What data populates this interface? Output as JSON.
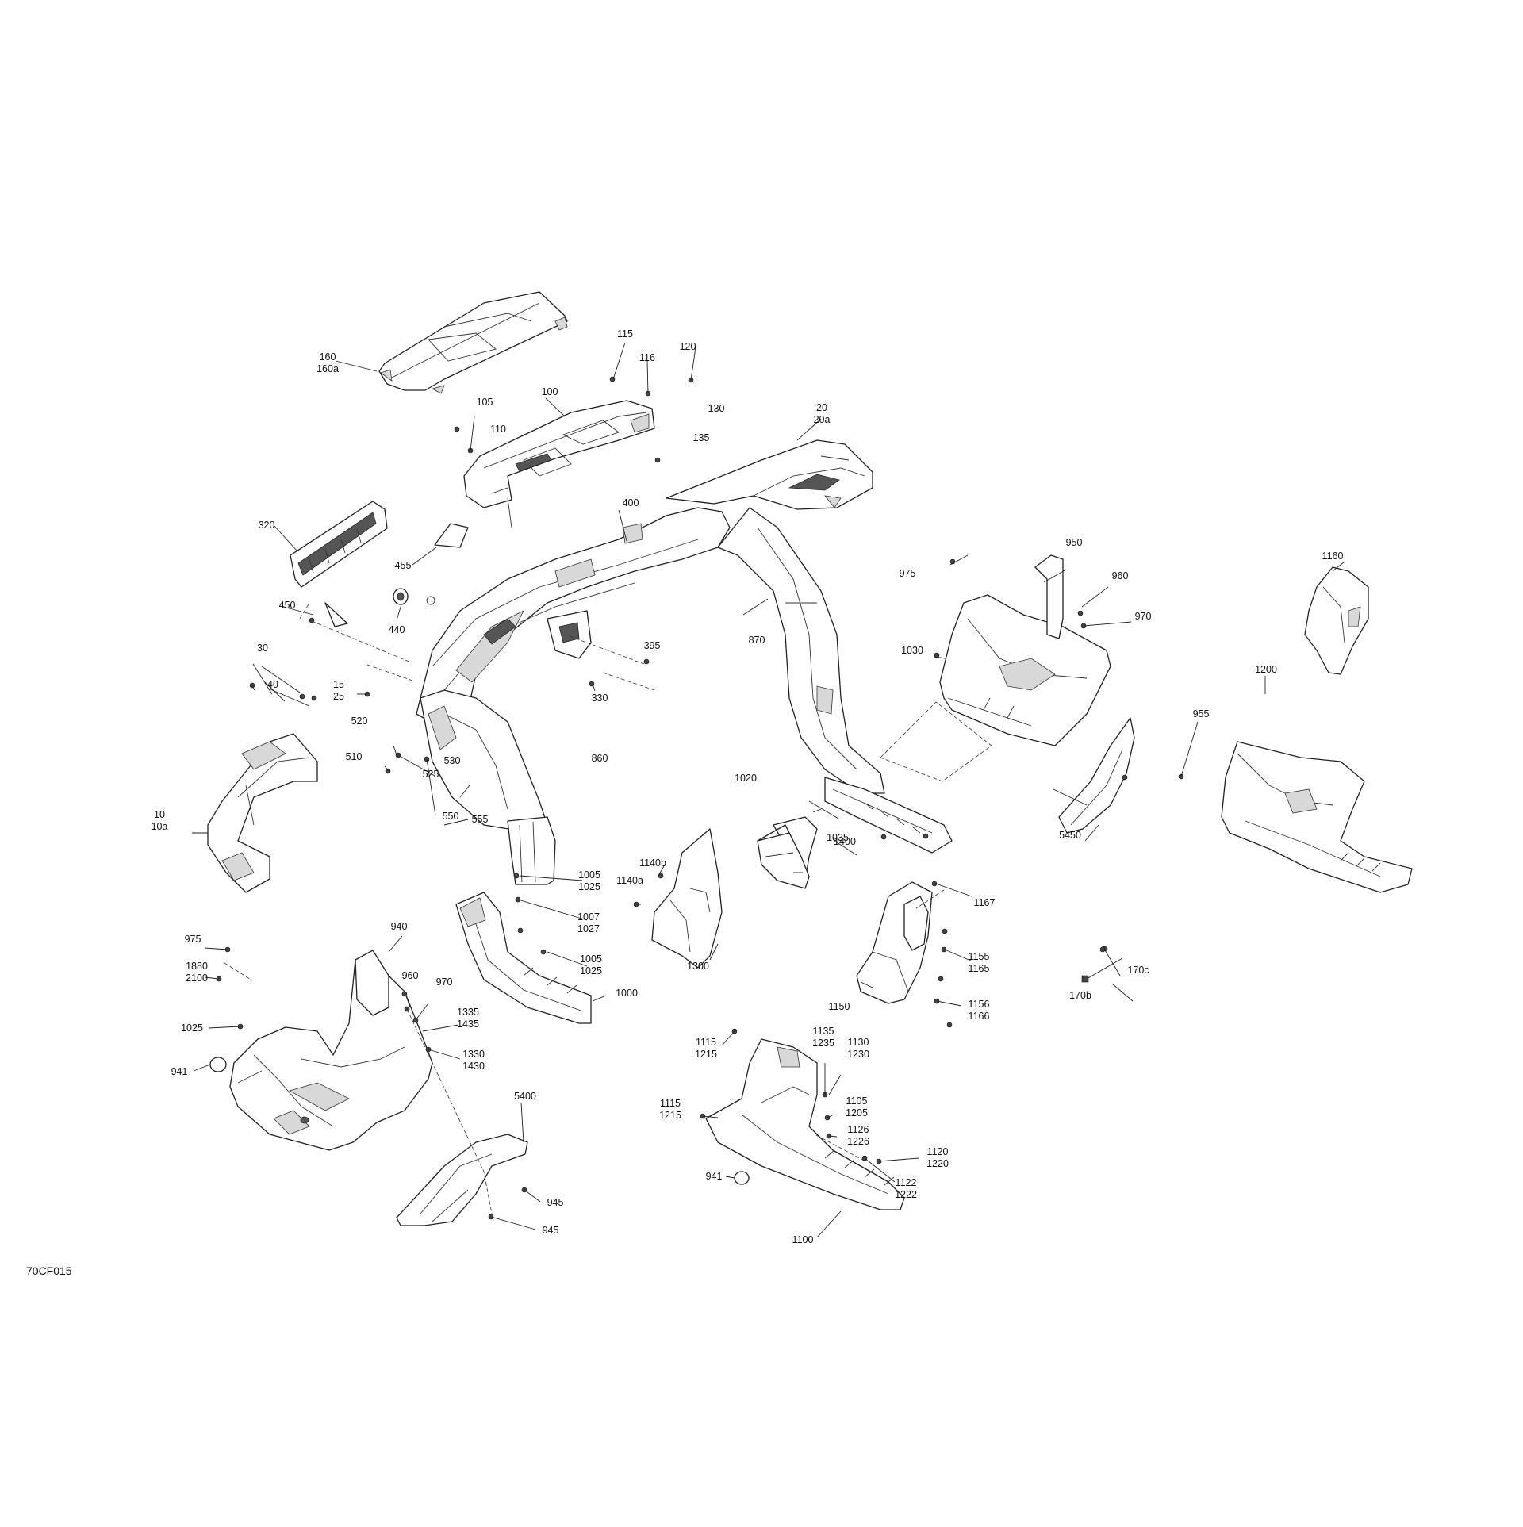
{
  "diagram": {
    "figure_code": "70CF015",
    "callouts": {
      "c160": [
        "160",
        "160a"
      ],
      "c115": [
        "115"
      ],
      "c116": [
        "116"
      ],
      "c120": [
        "120"
      ],
      "c130": [
        "130"
      ],
      "c100": [
        "100"
      ],
      "c105": [
        "105"
      ],
      "c110": [
        "110"
      ],
      "c135": [
        "135"
      ],
      "c20": [
        "20",
        "20a"
      ],
      "c400": [
        "400"
      ],
      "c320": [
        "320"
      ],
      "c455": [
        "455"
      ],
      "c950": [
        "950"
      ],
      "c975a": [
        "975"
      ],
      "c960a": [
        "960"
      ],
      "c970a": [
        "970"
      ],
      "c1160": [
        "1160"
      ],
      "c450": [
        "450"
      ],
      "c440": [
        "440"
      ],
      "c395": [
        "395"
      ],
      "c870": [
        "870"
      ],
      "c1030": [
        "1030"
      ],
      "c30": [
        "30"
      ],
      "c40": [
        "40"
      ],
      "c15": [
        "15",
        "25"
      ],
      "c330": [
        "330"
      ],
      "c1200": [
        "1200"
      ],
      "c955": [
        "955"
      ],
      "c520": [
        "520"
      ],
      "c510": [
        "510"
      ],
      "c530": [
        "530"
      ],
      "c525": [
        "525"
      ],
      "c1020": [
        "1020"
      ],
      "c860": [
        "860"
      ],
      "c10": [
        "10",
        "10a"
      ],
      "c550": [
        "550"
      ],
      "c555": [
        "555"
      ],
      "c5450": [
        "5450"
      ],
      "c1035": [
        "1035"
      ],
      "c1400": [
        "1400"
      ],
      "c1140b": [
        "1140b"
      ],
      "c1140a": [
        "1140a"
      ],
      "c1005a": [
        "1005",
        "1025"
      ],
      "c1007": [
        "1007",
        "1027"
      ],
      "c1005b": [
        "1005",
        "1025"
      ],
      "c1167": [
        "1167"
      ],
      "c940": [
        "940"
      ],
      "c975b": [
        "975"
      ],
      "c1880": [
        "1880",
        "2100"
      ],
      "c1300": [
        "1300"
      ],
      "c1155": [
        "1155",
        "1165"
      ],
      "c170c": [
        "170c"
      ],
      "c170b": [
        "170b"
      ],
      "c960b": [
        "960"
      ],
      "c970b": [
        "970"
      ],
      "c1000": [
        "1000"
      ],
      "c1335": [
        "1335",
        "1435"
      ],
      "c1150": [
        "1150"
      ],
      "c1156": [
        "1156",
        "1166"
      ],
      "c1025": [
        "1025"
      ],
      "c1330": [
        "1330",
        "1430"
      ],
      "c1115a": [
        "1115",
        "1215"
      ],
      "c1135": [
        "1135",
        "1235"
      ],
      "c1130": [
        "1130",
        "1230"
      ],
      "c941a": [
        "941"
      ],
      "c5400": [
        "5400"
      ],
      "c1115b": [
        "1115",
        "1215"
      ],
      "c1105": [
        "1105",
        "1205"
      ],
      "c1126": [
        "1126",
        "1226"
      ],
      "c1120": [
        "1120",
        "1220"
      ],
      "c941b": [
        "941"
      ],
      "c1122": [
        "1122",
        "1222"
      ],
      "c945a": [
        "945"
      ],
      "c945b": [
        "945"
      ],
      "c1100": [
        "1100"
      ]
    }
  }
}
